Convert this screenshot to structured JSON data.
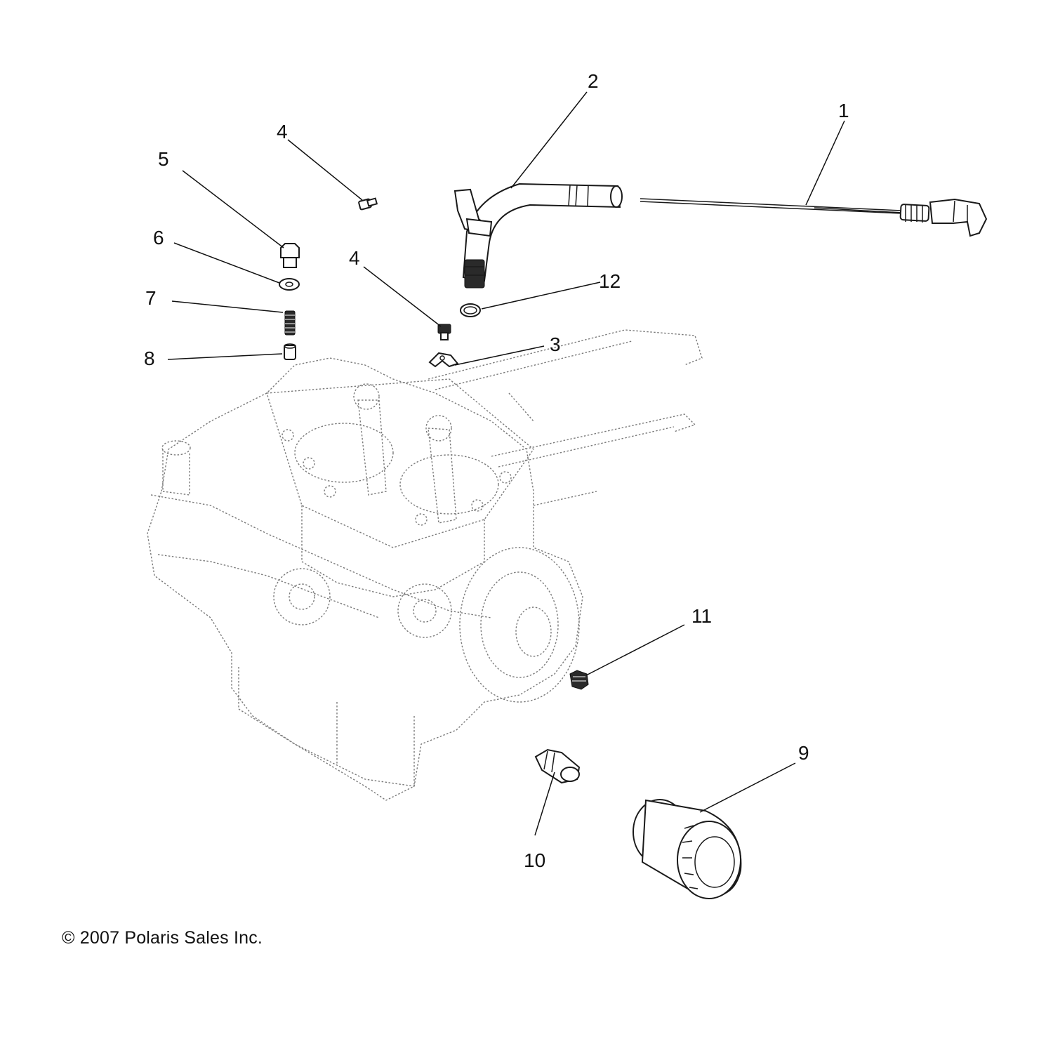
{
  "diagram": {
    "copyright": "© 2007 Polaris Sales Inc.",
    "callouts": [
      {
        "id": "c1",
        "label": "1"
      },
      {
        "id": "c2",
        "label": "2"
      },
      {
        "id": "c3",
        "label": "3"
      },
      {
        "id": "c4a",
        "label": "4"
      },
      {
        "id": "c4b",
        "label": "4"
      },
      {
        "id": "c5",
        "label": "5"
      },
      {
        "id": "c6",
        "label": "6"
      },
      {
        "id": "c7",
        "label": "7"
      },
      {
        "id": "c8",
        "label": "8"
      },
      {
        "id": "c9",
        "label": "9"
      },
      {
        "id": "c10",
        "label": "10"
      },
      {
        "id": "c11",
        "label": "11"
      },
      {
        "id": "c12",
        "label": "12"
      }
    ]
  },
  "colors": {
    "line": "#111111",
    "ghost_line": "#7a7a7a",
    "background": "#ffffff"
  }
}
